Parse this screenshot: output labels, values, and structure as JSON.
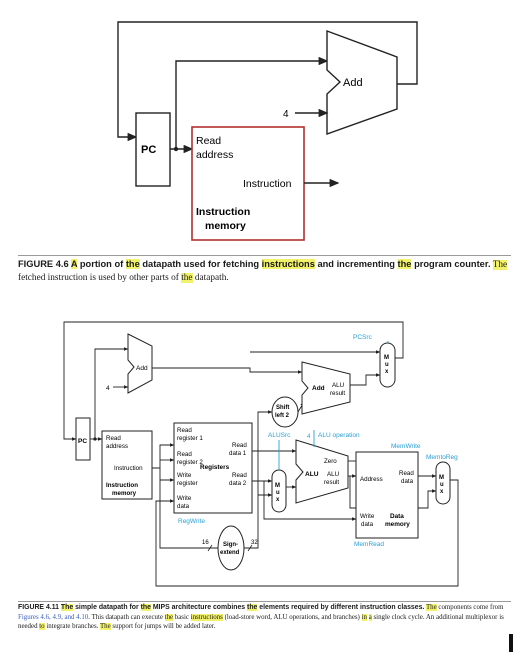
{
  "fig1": {
    "pc": "PC",
    "add": "Add",
    "four": "4",
    "read": "Read",
    "address": "address",
    "instruction": "Instruction",
    "mem_line1": "Instruction",
    "mem_line2": "memory",
    "caption": {
      "label": "FIGURE 4.6",
      "bold_segments": [
        " ",
        "A",
        " portion of ",
        "the",
        " datapath used for fetching ",
        "instructions",
        " and incrementing ",
        "the",
        " program counter."
      ],
      "bold_highlight": [
        false,
        true,
        false,
        true,
        false,
        true,
        false,
        true,
        false
      ],
      "rest_segments": [
        " ",
        "The",
        " fetched instruction is used by other parts of ",
        "the",
        " datapath."
      ],
      "rest_highlight": [
        false,
        true,
        false,
        true,
        false
      ]
    }
  },
  "fig2": {
    "pcsrc": "PCSrc",
    "add": "Add",
    "add_alu": "Add",
    "alu_result_1": "ALU",
    "alu_result_2": "result",
    "four": "4",
    "shift_1": "Shift",
    "shift_2": "left 2",
    "pc": "PC",
    "imem_read": "Read",
    "imem_address": "address",
    "imem_instruction": "Instruction",
    "imem_title_1": "Instruction",
    "imem_title_2": "memory",
    "reg_read_reg1_a": "Read",
    "reg_read_reg1_b": "register 1",
    "reg_read_reg2_a": "Read",
    "reg_read_reg2_b": "register 2",
    "reg_write_reg_a": "Write",
    "reg_write_reg_b": "register",
    "reg_write_data_a": "Write",
    "reg_write_data_b": "data",
    "reg_title": "Registers",
    "reg_read_data1_a": "Read",
    "reg_read_data1_b": "data 1",
    "reg_read_data2_a": "Read",
    "reg_read_data2_b": "data 2",
    "regwrite": "RegWrite",
    "alusrc": "ALUSrc",
    "alu_op_num": "4",
    "alu_operation": "ALU operation",
    "zero": "Zero",
    "alu": "ALU",
    "alu_res_1": "ALU",
    "alu_res_2": "result",
    "memwrite": "MemWrite",
    "memtoreg": "MemtoReg",
    "dmem_address": "Address",
    "dmem_read_a": "Read",
    "dmem_read_b": "data",
    "dmem_write_a": "Write",
    "dmem_write_b": "data",
    "dmem_title_1": "Data",
    "dmem_title_2": "memory",
    "memread": "MemRead",
    "sign_1": "Sign-",
    "sign_2": "extend",
    "bits16": "16",
    "bits32": "32",
    "mux": [
      "M",
      "u",
      "x"
    ],
    "caption": {
      "label": "FIGURE 4.11",
      "bold_segments": [
        " ",
        "The",
        " simple datapath for ",
        "the",
        " MIPS architecture combines ",
        "the",
        " elements required by different instruction classes."
      ],
      "bold_highlight": [
        false,
        true,
        false,
        true,
        false,
        true,
        false
      ],
      "rest_segments": [
        " ",
        "The",
        " components come from ",
        "Figures 4.6, 4.9, and 4.10",
        ". This datapath can execute ",
        "the",
        " basic ",
        "instructions",
        " (load-store word, ALU operations, and branches) ",
        "in",
        " ",
        "a",
        " single clock cycle. An additional multiplexor is needed ",
        "to",
        " integrate branches. ",
        "The",
        " support for jumps will be added later."
      ],
      "rest_highlight": [
        false,
        true,
        false,
        false,
        false,
        true,
        false,
        true,
        false,
        true,
        false,
        true,
        false,
        true,
        false,
        true,
        false
      ]
    }
  },
  "colors": {
    "highlight": "#f2f26a",
    "control": "#2a9fd6",
    "link": "#3a5fbf"
  }
}
